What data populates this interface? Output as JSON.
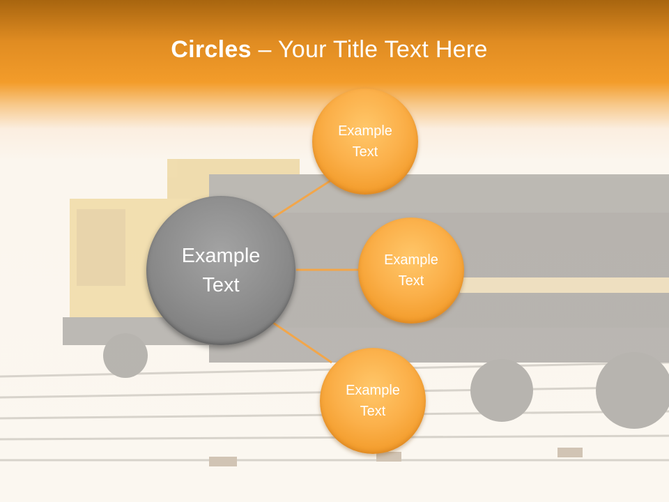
{
  "title": {
    "bold": "Circles",
    "rest": " – Your Title Text Here"
  },
  "center_circle": {
    "label": "Example\nText",
    "color": "#8a8a8a"
  },
  "outer_circles": [
    {
      "label": "Example\nText"
    },
    {
      "label": "Example\nText"
    },
    {
      "label": "Example\nText"
    }
  ],
  "colors": {
    "header": "#f39c2a",
    "circle": "#f7a93a",
    "connector": "#f2a64a"
  },
  "background_image": "model-train-photo"
}
